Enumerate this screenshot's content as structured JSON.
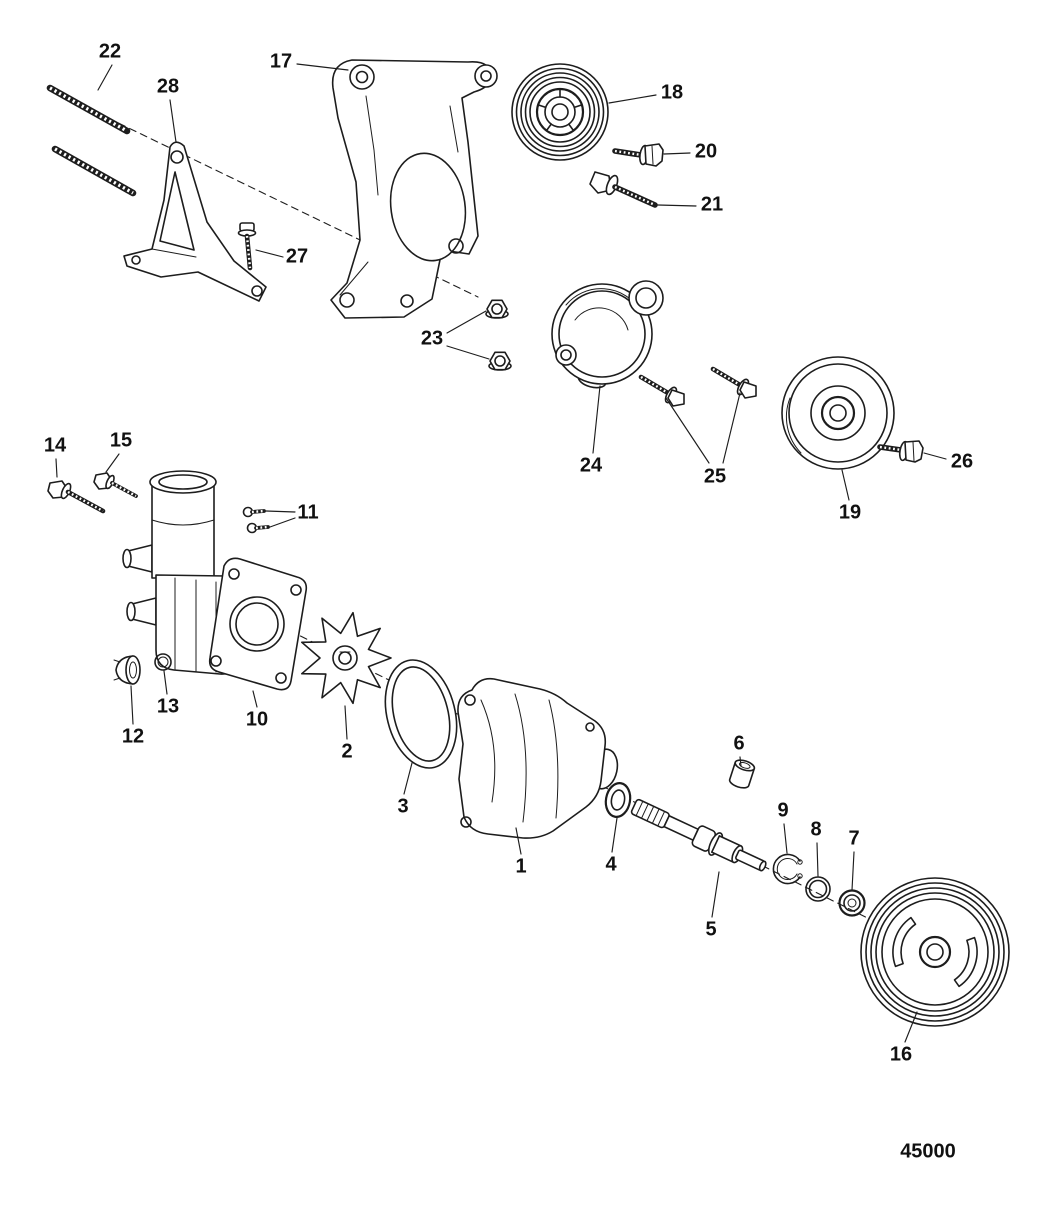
{
  "figure_number": "45000",
  "callouts": [
    {
      "label": "1"
    },
    {
      "label": "2"
    },
    {
      "label": "3"
    },
    {
      "label": "4"
    },
    {
      "label": "5"
    },
    {
      "label": "6"
    },
    {
      "label": "7"
    },
    {
      "label": "8"
    },
    {
      "label": "9"
    },
    {
      "label": "10"
    },
    {
      "label": "11"
    },
    {
      "label": "12"
    },
    {
      "label": "13"
    },
    {
      "label": "14"
    },
    {
      "label": "15"
    },
    {
      "label": "16"
    },
    {
      "label": "17"
    },
    {
      "label": "18"
    },
    {
      "label": "19"
    },
    {
      "label": "20"
    },
    {
      "label": "21"
    },
    {
      "label": "22"
    },
    {
      "label": "23"
    },
    {
      "label": "24"
    },
    {
      "label": "25"
    },
    {
      "label": "26"
    },
    {
      "label": "27"
    },
    {
      "label": "28"
    }
  ]
}
